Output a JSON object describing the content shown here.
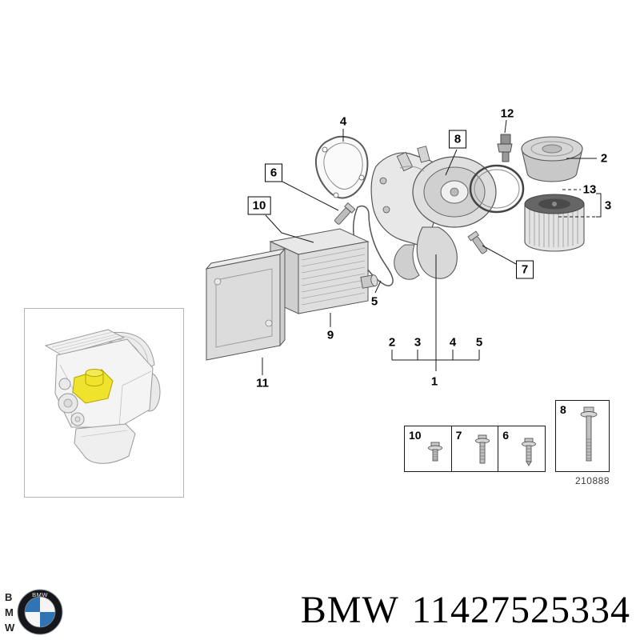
{
  "diagram": {
    "image_number": "210888",
    "callouts": {
      "c1": "1",
      "c2": "2",
      "c3": "3",
      "c4": "4",
      "c5": "5",
      "c6": "6",
      "c7": "7",
      "c8": "8",
      "c9": "9",
      "c10": "10",
      "c11": "11",
      "c12": "12",
      "c13": "13"
    },
    "bracket_items": [
      "2",
      "3",
      "4",
      "5"
    ],
    "legend": {
      "l10": "10",
      "l7": "7",
      "l6": "6",
      "l8": "8"
    },
    "icons": {
      "legend_bolt": "bolt-icon",
      "logo": "bmw-roundel-icon"
    }
  },
  "thumbnail": {
    "highlight_color": "#efe32e"
  },
  "footer": {
    "brand": "BMW",
    "part_number": "11427525334",
    "logo": {
      "letters": [
        "B",
        "M",
        "W"
      ],
      "ring_text": "BMW",
      "blue": "#2f74b5"
    }
  }
}
